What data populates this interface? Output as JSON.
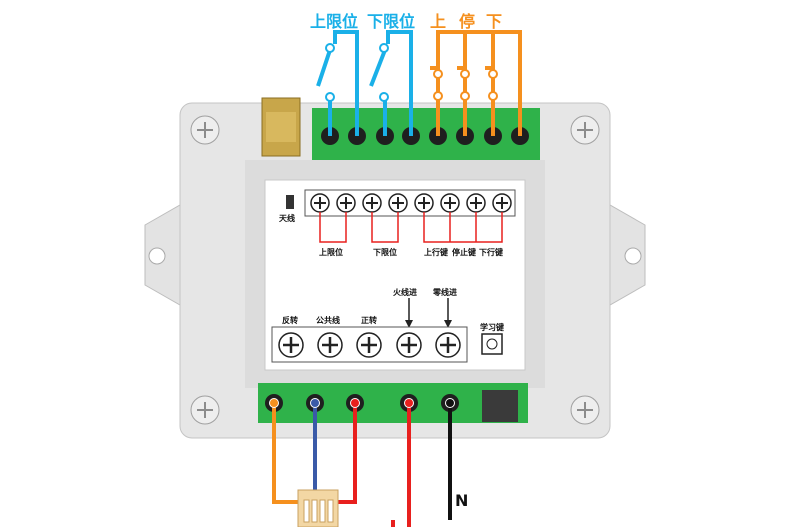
{
  "top_labels": {
    "upper_limit": "上限位",
    "lower_limit": "下限位",
    "up": "上",
    "stop": "停",
    "down": "下"
  },
  "label_card": {
    "antenna": "天线",
    "upper_limit": "上限位",
    "lower_limit": "下限位",
    "up_key": "上行键",
    "stop_key": "停止键",
    "down_key": "下行键",
    "live_in": "火线进",
    "neutral_in": "零线进",
    "reverse": "反转",
    "common": "公共线",
    "forward": "正转",
    "learn_key": "学习键"
  },
  "bottom_labels": {
    "neutral": "N"
  },
  "colors": {
    "cyan_wire": "#1ab0e8",
    "orange_wire": "#f5901e",
    "red_wire": "#e8201e",
    "blue_wire": "#3a5aa8",
    "black_wire": "#111111",
    "terminal_green": "#2fb24a",
    "case_gray": "#e6e6e6"
  }
}
